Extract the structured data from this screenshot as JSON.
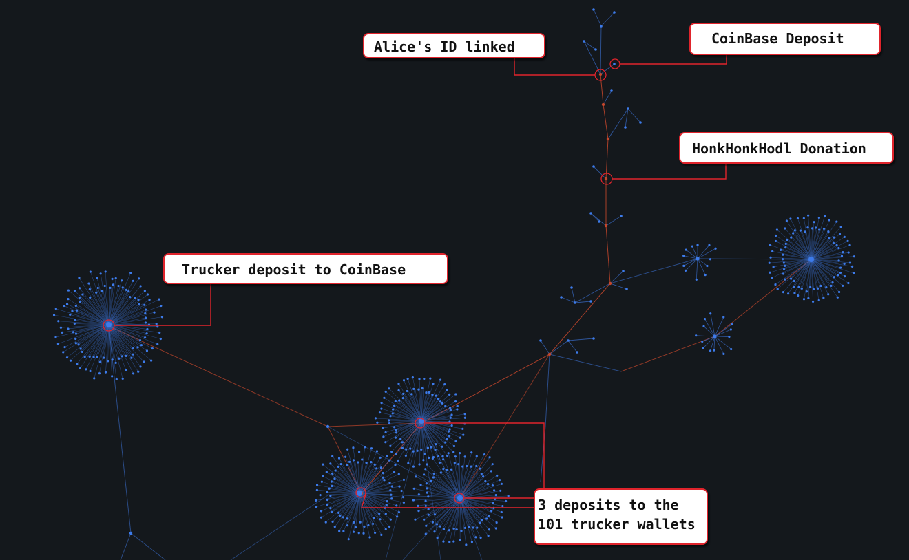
{
  "annotations": {
    "alice_id": "Alice's ID linked",
    "coinbase_deposit": "CoinBase Deposit",
    "honk_donation": "HonkHonkHodl Donation",
    "trucker_deposit": "Trucker deposit to CoinBase",
    "deposits_line1": "3 deposits to the",
    "deposits_line2": "101 trucker wallets"
  },
  "colors": {
    "background": "#14181c",
    "node": "#3d7bea",
    "edge_blue": "#3a6fd0",
    "edge_path": "#c4472c",
    "highlight": "#e0242c",
    "callout_bg": "#ffffff",
    "callout_text": "#111111"
  }
}
